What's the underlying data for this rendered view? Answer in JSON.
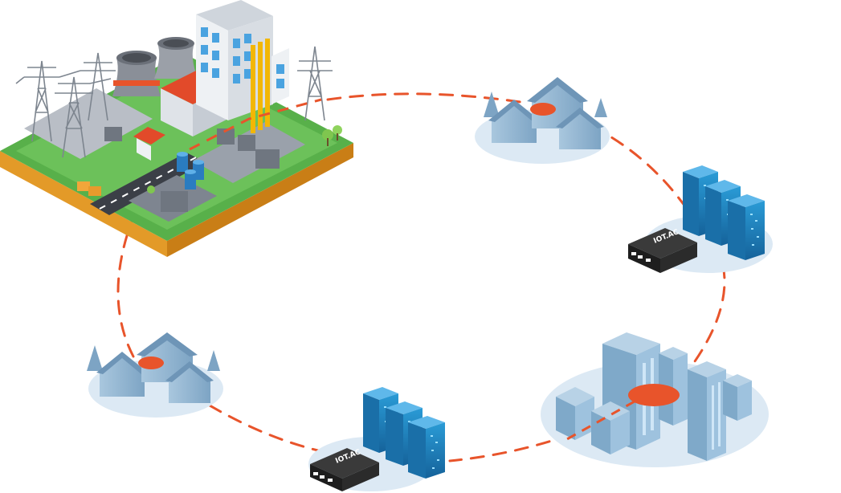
{
  "diagram": {
    "nodes": [
      {
        "id": "power-plant",
        "icon": "power-plant-icon"
      },
      {
        "id": "houses-top",
        "icon": "houses-icon"
      },
      {
        "id": "servers-right",
        "icon": "server-rack-icon",
        "device_label": "IOT.AC"
      },
      {
        "id": "city",
        "icon": "city-buildings-icon"
      },
      {
        "id": "servers-bottom",
        "icon": "server-rack-icon",
        "device_label": "IOT.AC"
      },
      {
        "id": "houses-left",
        "icon": "houses-icon"
      }
    ],
    "connection": {
      "style": "dashed-ring",
      "color": "#e8542b"
    },
    "colors": {
      "accent": "#e8542b",
      "building": "#8fb3cf",
      "server": "#1f86c2",
      "ground": "#dce9f4",
      "grass": "#58b04a",
      "soil": "#e39a28",
      "device": "#2b2b2b"
    }
  }
}
